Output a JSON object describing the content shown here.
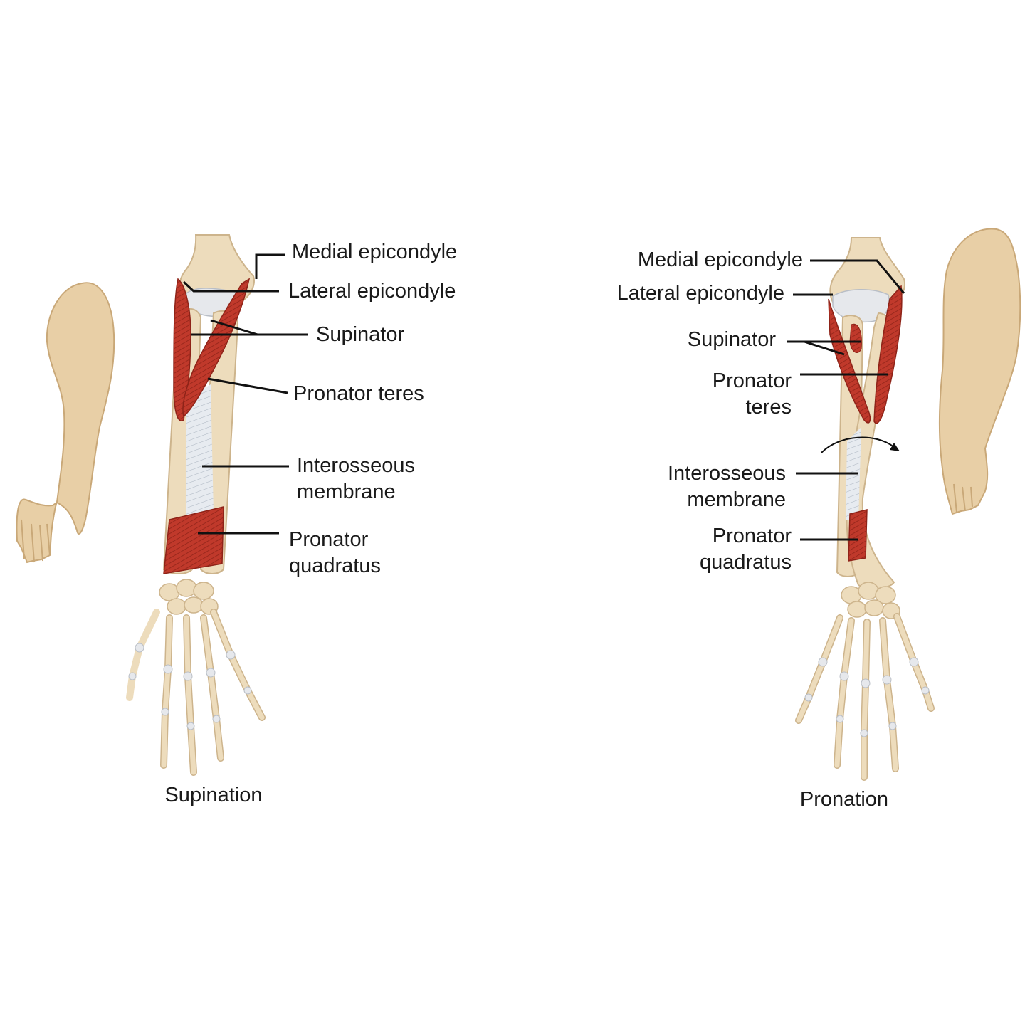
{
  "colors": {
    "skin": "#e8cfa6",
    "skin_shadow": "#c9a878",
    "bone": "#eddcbc",
    "bone_shadow": "#cdb48c",
    "cartilage": "#e6e8ec",
    "muscle": "#c0392b",
    "muscle_dark": "#8e2318",
    "membrane": "#dfe4ea",
    "leader": "#111111"
  },
  "left_panel": {
    "caption": "Supination",
    "labels": {
      "medial_epicondyle": "Medial epicondyle",
      "lateral_epicondyle": "Lateral epicondyle",
      "supinator": "Supinator",
      "pronator_teres": "Pronator teres",
      "interosseous_1": "Interosseous",
      "interosseous_2": "membrane",
      "pronator_quadratus_1": "Pronator",
      "pronator_quadratus_2": "quadratus"
    },
    "icons": {
      "arm": "arm-figure-icon",
      "forearm": "forearm-skeleton-icon"
    }
  },
  "right_panel": {
    "caption": "Pronation",
    "labels": {
      "medial_epicondyle": "Medial epicondyle",
      "lateral_epicondyle": "Lateral epicondyle",
      "supinator": "Supinator",
      "pronator_teres_1": "Pronator",
      "pronator_teres_2": "teres",
      "interosseous_1": "Interosseous",
      "interosseous_2": "membrane",
      "pronator_quadratus_1": "Pronator",
      "pronator_quadratus_2": "quadratus"
    },
    "icons": {
      "arm": "arm-figure-icon",
      "forearm": "forearm-skeleton-icon",
      "rotation": "rotation-arrow-icon"
    }
  }
}
